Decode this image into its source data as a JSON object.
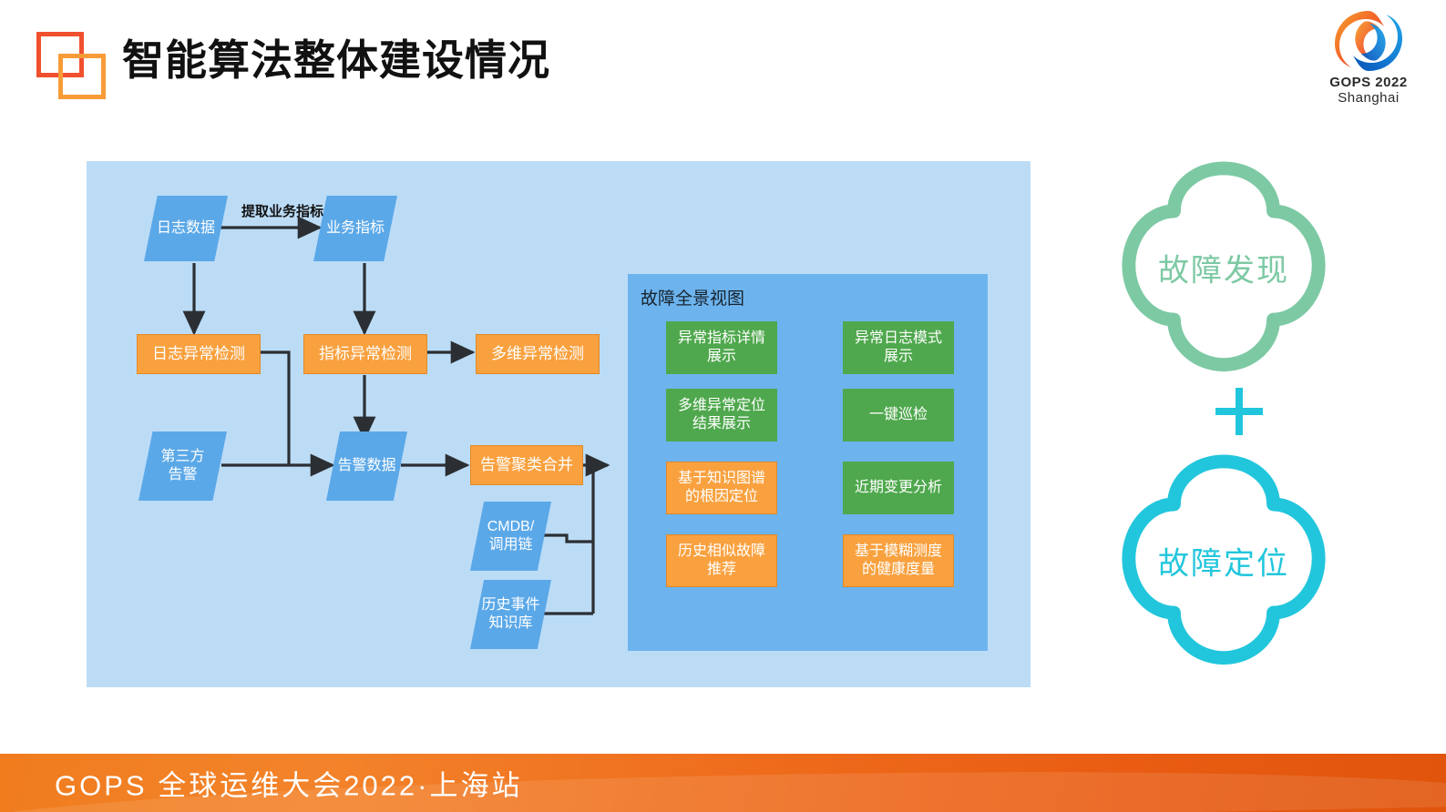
{
  "header": {
    "title": "智能算法整体建设情况",
    "logo_colors": {
      "square_red": "#F0502D",
      "square_orange": "#F89C38"
    },
    "conference_logo": {
      "line1": "GOPS 2022",
      "line2": "Shanghai"
    }
  },
  "diagram": {
    "panel_bg": "#BCDCF6",
    "nodes": {
      "log_data": "日志数据",
      "business_metrics": "业务指标",
      "log_anomaly_detection": "日志异常检测",
      "metric_anomaly_detection": "指标异常检测",
      "multidim_anomaly_detection": "多维异常检测",
      "third_party_alarm_line1": "第三方",
      "third_party_alarm_line2": "告警",
      "alarm_data": "告警数据",
      "alarm_cluster_merge": "告警聚类合并",
      "cmdb_line1": "CMDB/",
      "cmdb_line2": "调用链",
      "history_kb_line1": "历史事件",
      "history_kb_line2": "知识库"
    },
    "edge_labels": {
      "extract_business_metrics": "提取业务指标"
    },
    "panorama": {
      "title": "故障全景视图",
      "bg": "#6DB4EE",
      "cells": [
        {
          "text_line1": "异常指标详情",
          "text_line2": "展示",
          "color": "#4FA84D",
          "kind": "green"
        },
        {
          "text_line1": "异常日志模式",
          "text_line2": "展示",
          "color": "#4FA84D",
          "kind": "green"
        },
        {
          "text_line1": "多维异常定位",
          "text_line2": "结果展示",
          "color": "#4FA84D",
          "kind": "green"
        },
        {
          "text_line1": "一键巡检",
          "text_line2": "",
          "color": "#4FA84D",
          "kind": "green"
        },
        {
          "text_line1": "基于知识图谱",
          "text_line2": "的根因定位",
          "color": "#F9A13F",
          "kind": "orange"
        },
        {
          "text_line1": "近期变更分析",
          "text_line2": "",
          "color": "#4FA84D",
          "kind": "green"
        },
        {
          "text_line1": "历史相似故障",
          "text_line2": "推荐",
          "color": "#F9A13F",
          "kind": "orange"
        },
        {
          "text_line1": "基于模糊测度",
          "text_line2": "的健康度量",
          "color": "#F9A13F",
          "kind": "orange"
        }
      ]
    },
    "colors": {
      "parallelogram": "#5BA8E8",
      "orange_box": "#F9A13F",
      "green_box": "#4FA84D",
      "connector": "#2b2f33"
    }
  },
  "right_column": {
    "top_badge": {
      "label": "故障发现",
      "color": "#7DC9A4"
    },
    "separator": "+",
    "separator_color": "#22C6DC",
    "bottom_badge": {
      "label": "故障定位",
      "color": "#22C6DC"
    }
  },
  "footer": {
    "text": "GOPS 全球运维大会2022·上海站",
    "bg_start": "#F07C1E",
    "bg_end": "#E0540C"
  }
}
